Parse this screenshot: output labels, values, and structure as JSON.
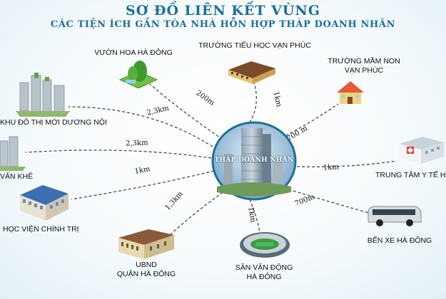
{
  "title": {
    "line1": "SƠ ĐỒ LIÊN KẾT VÙNG",
    "line2": "CÁC TIỆN ÍCH GẦN TÒA NHÀ HỖN HỢP THÁP DOANH NHÂN"
  },
  "center": {
    "label": "THÁP DOANH NHÂN"
  },
  "colors": {
    "title": "#1a6f9e",
    "link": "#4a4a4a",
    "center_ring": "#1f6f97"
  },
  "destinations": [
    {
      "id": "vuon-hoa",
      "label": [
        "VƯỜN HOA HÀ ĐÔNG"
      ],
      "distance": "200m",
      "icon": "park-icon"
    },
    {
      "id": "truong-tieu-hoc",
      "label": [
        "TRƯỜNG TIỂU HỌC VẠN PHÚC"
      ],
      "distance": "1km",
      "icon": "school-icon"
    },
    {
      "id": "mam-non",
      "label": [
        "TRƯỜNG MẦM NON",
        "VẠN PHÚC"
      ],
      "distance": "700 m",
      "icon": "kindergarten-icon"
    },
    {
      "id": "do-thi-duong-noi",
      "label": [
        "KHU ĐÔ THỊ MỚI DƯƠNG NỘI"
      ],
      "distance": "2,3km",
      "icon": "city-towers-icon"
    },
    {
      "id": "van-khe",
      "label": [
        "VĂN KHÊ"
      ],
      "distance": "2,3km",
      "icon": "apartment-towers-icon"
    },
    {
      "id": "hoc-vien",
      "label": [
        "HỌC VIỆN CHÍNH TRỊ"
      ],
      "distance": "1km",
      "icon": "academy-icon"
    },
    {
      "id": "ubnd",
      "label": [
        "UBND",
        "QUẬN HÀ ĐÔNG"
      ],
      "distance": "1,3km",
      "icon": "government-building-icon"
    },
    {
      "id": "san-van-dong",
      "label": [
        "SÂN VẬN ĐỘNG",
        "HÀ ĐÔNG"
      ],
      "distance": "1km",
      "icon": "stadium-icon"
    },
    {
      "id": "y-te",
      "label": [
        "TRUNG TÂM Y TẾ HÀ ĐÔNG"
      ],
      "distance": "1km",
      "icon": "hospital-icon"
    },
    {
      "id": "ben-xe",
      "label": [
        "BẾN XE HÀ ĐÔNG"
      ],
      "distance": "700m",
      "icon": "bus-icon"
    }
  ]
}
